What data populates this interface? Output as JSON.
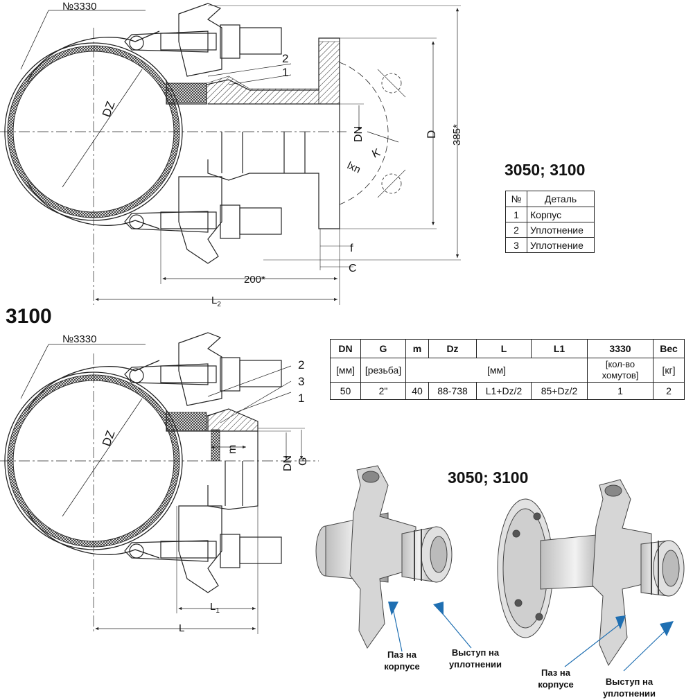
{
  "drawing_top": {
    "clamp_label": "№3330",
    "dz": "DZ",
    "part2": "2",
    "part1": "1",
    "dn": "DN",
    "d": "D",
    "k": "K",
    "lxn": "lxn",
    "f": "f",
    "c": "C",
    "h385": "385*",
    "w200": "200*",
    "l2": "L",
    "l2_sub": "2"
  },
  "drawing_bottom": {
    "title": "3100",
    "clamp_label": "№3330",
    "dz": "DZ",
    "part2": "2",
    "part3": "3",
    "part1": "1",
    "m": "m",
    "dn": "DN",
    "g": "G",
    "l1": "L",
    "l1_sub": "1",
    "l": "L"
  },
  "parts_table": {
    "title": "3050; 3100",
    "headers": [
      "№",
      "Деталь"
    ],
    "rows": [
      [
        "1",
        "Корпус"
      ],
      [
        "2",
        "Уплотнение"
      ],
      [
        "3",
        "Уплотнение"
      ]
    ]
  },
  "spec_table": {
    "headers": [
      "DN",
      "G",
      "m",
      "Dz",
      "L",
      "L1",
      "3330",
      "Вес"
    ],
    "units": [
      "[мм]",
      "[резьба]",
      "[мм]",
      "[кол-во хомутов]",
      "[кг]"
    ],
    "row": [
      "50",
      "2\"",
      "40",
      "88-738",
      "L1+Dz/2",
      "85+Dz/2",
      "1",
      "2"
    ]
  },
  "iso": {
    "title": "3050; 3100",
    "left_groove": "Паз на корпусе",
    "left_lip": "Выступ на уплотнении",
    "right_groove": "Паз на корпусе",
    "right_lip": "Выступ на уплотнении"
  }
}
